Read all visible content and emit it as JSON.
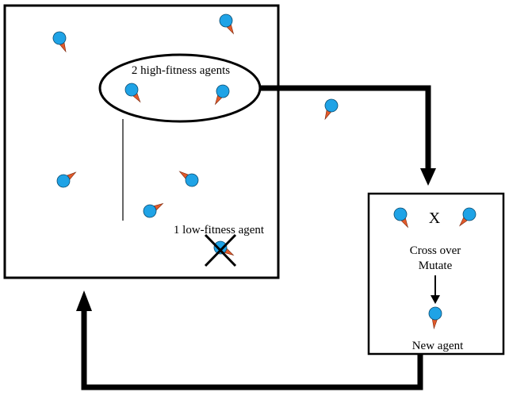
{
  "labels": {
    "high_fitness": "2 high-fitness agents",
    "low_fitness": "1 low-fitness agent",
    "cross_symbol": "X",
    "cross_over": "Cross over",
    "mutate": "Mutate",
    "new_agent": "New agent"
  },
  "colors": {
    "agent_body": "#1fa3e6",
    "agent_tail": "#e25a2a",
    "stroke": "#000000",
    "background": "#ffffff"
  },
  "icons": {
    "agent": "agent-icon",
    "elimination": "x-mark-icon"
  }
}
